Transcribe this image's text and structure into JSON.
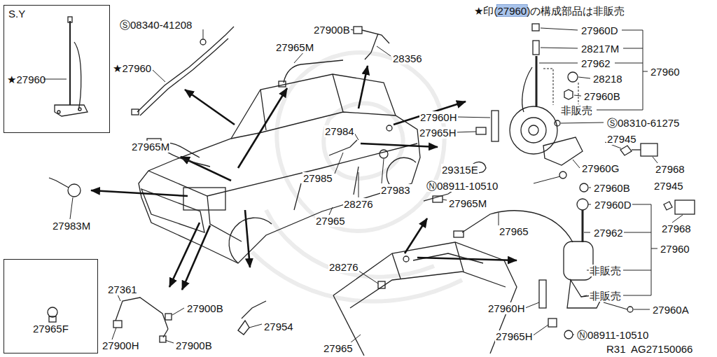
{
  "diagram": {
    "nodes": [
      {
        "text": [
          "S.Y",
          "★27960"
        ]
      },
      {
        "text": [
          "27965F"
        ]
      }
    ],
    "labels": [
      "Ⓢ08340-41208",
      "★27960",
      "27900B",
      "27965M",
      "28356",
      "★印(27960)の構成部品は非販売",
      "27960D",
      "28217M",
      "27962",
      "27960",
      "28218",
      "27960B",
      "非販売",
      "Ⓢ08310-61275",
      "27960H",
      "27965H",
      "27945",
      "27984",
      "27965M",
      "27968",
      "27960G",
      "29315E",
      "27985",
      "Ⓝ08911-10510",
      "27960B",
      "27945",
      "27983",
      "28276",
      "27965M",
      "27960D",
      "27965",
      "27983M",
      "27968",
      "27962",
      "27960",
      "28276",
      "非販売",
      "27361",
      "非販売",
      "27900B",
      "27960H",
      "27960A",
      "27954",
      "27965H",
      "Ⓝ08911-10510",
      "27900H",
      "27900B",
      "27965",
      "R31",
      "AG27150066",
      "27965"
    ]
  }
}
